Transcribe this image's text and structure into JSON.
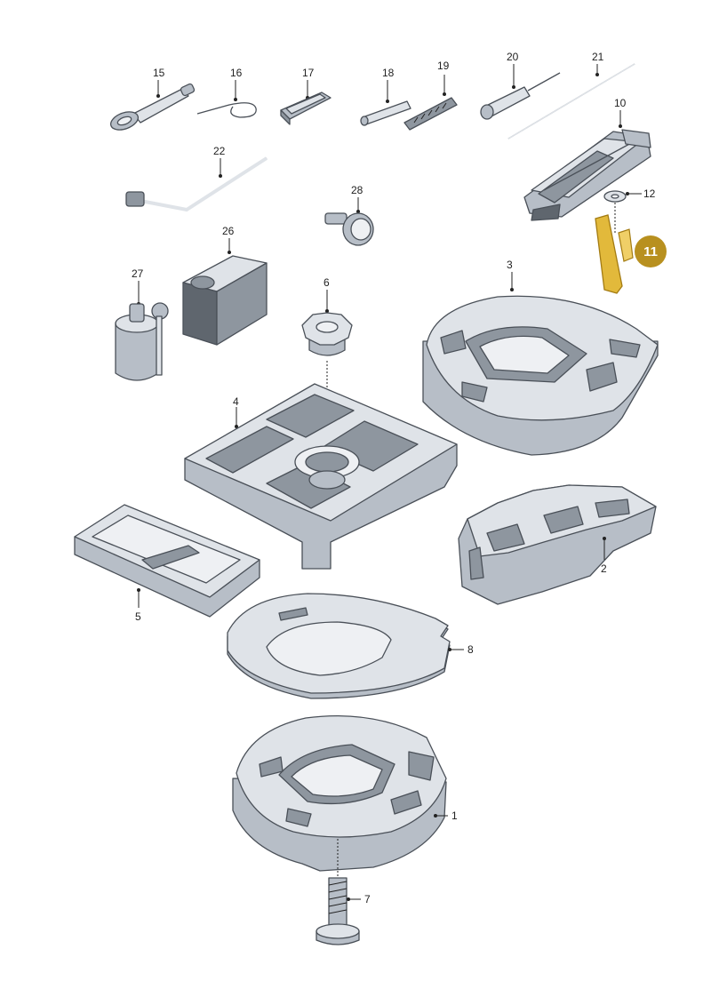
{
  "callouts": {
    "c1": "1",
    "c2": "2",
    "c3": "3",
    "c4": "4",
    "c5": "5",
    "c6": "6",
    "c7": "7",
    "c8": "8",
    "c10": "10",
    "c12": "12",
    "c15": "15",
    "c16": "16",
    "c17": "17",
    "c18": "18",
    "c19": "19",
    "c20": "20",
    "c21": "21",
    "c22": "22",
    "c26": "26",
    "c27": "27",
    "c28": "28"
  },
  "highlight": {
    "label": "11",
    "color": "#b8901f",
    "part_color": "#e2b93b"
  },
  "colors": {
    "part_fill": "#dfe3e8",
    "part_side": "#b7bec7",
    "outline": "#4a5058"
  }
}
